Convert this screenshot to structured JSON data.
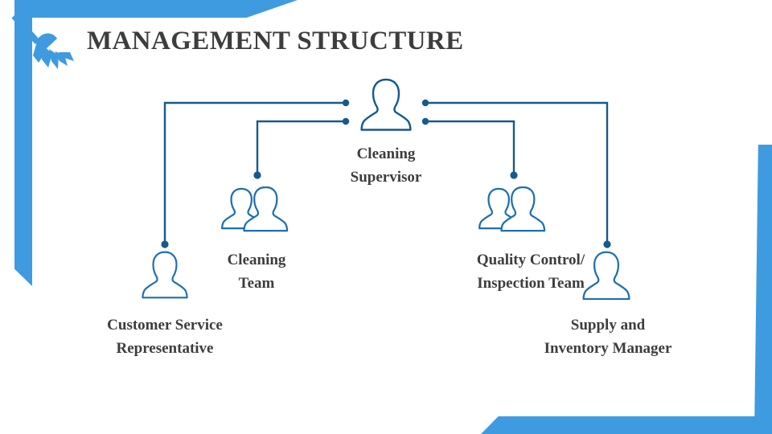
{
  "slide": {
    "title": "MANAGEMENT STRUCTURE",
    "decor_icon": "broom-icon",
    "accent_color": "#3f9be0",
    "line_color": "#15598f",
    "text_color": "#3d3d3d"
  },
  "chart_data": {
    "type": "diagram",
    "title": "MANAGEMENT STRUCTURE",
    "layout": "organizational-chart",
    "root": {
      "id": "cleaning-supervisor",
      "label": "Cleaning\nSupervisor",
      "icon": "single-person-icon"
    },
    "nodes": [
      {
        "id": "customer-service-representative",
        "label": "Customer Service\nRepresentative",
        "icon": "single-person-icon",
        "side": "left"
      },
      {
        "id": "cleaning-team",
        "label": "Cleaning\nTeam",
        "icon": "two-person-icon",
        "side": "left"
      },
      {
        "id": "quality-control-inspection-team",
        "label": "Quality Control/\nInspection Team",
        "icon": "two-person-icon",
        "side": "right"
      },
      {
        "id": "supply-and-inventory-manager",
        "label": "Supply and\nInventory Manager",
        "icon": "single-person-icon",
        "side": "right"
      }
    ],
    "edges": [
      {
        "from": "cleaning-supervisor",
        "to": "customer-service-representative"
      },
      {
        "from": "cleaning-supervisor",
        "to": "cleaning-team"
      },
      {
        "from": "cleaning-supervisor",
        "to": "quality-control-inspection-team"
      },
      {
        "from": "cleaning-supervisor",
        "to": "supply-and-inventory-manager"
      }
    ]
  }
}
